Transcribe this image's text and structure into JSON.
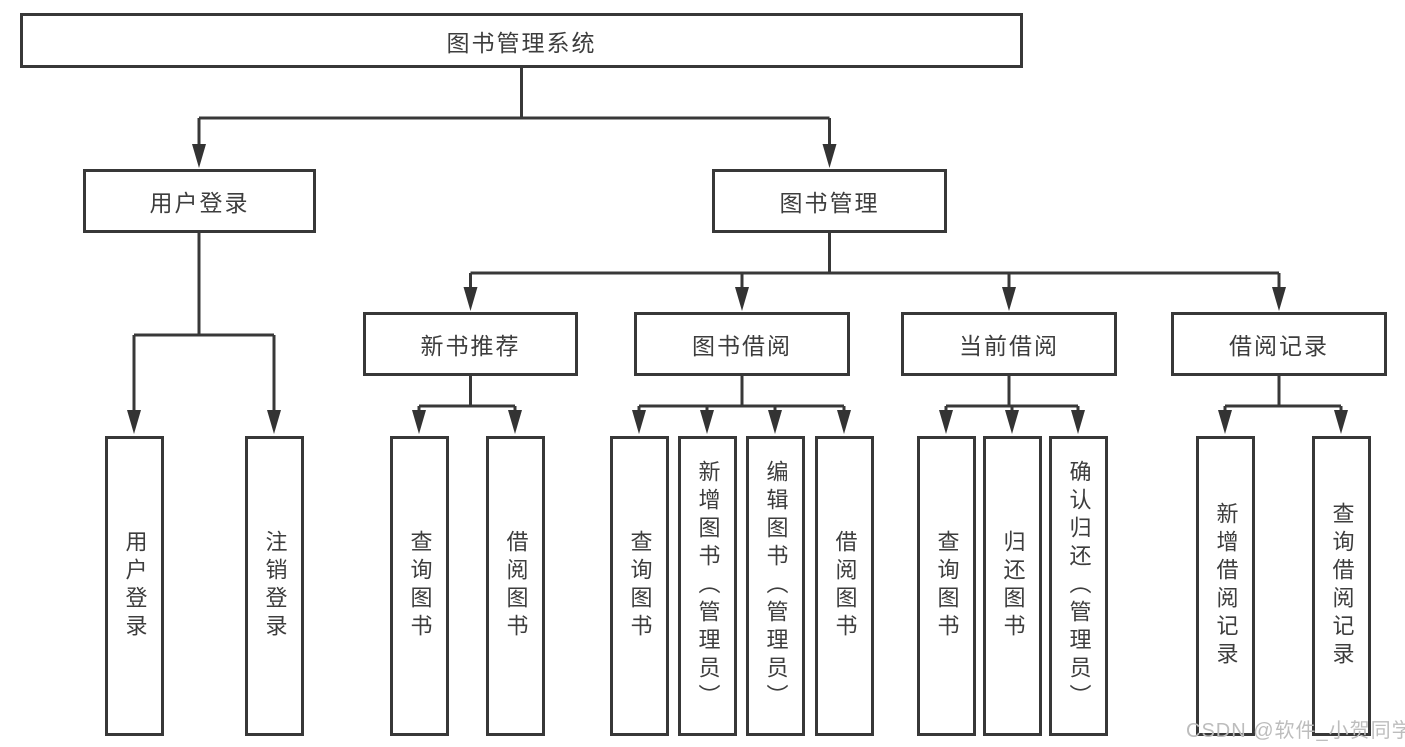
{
  "diagram": {
    "root": {
      "label": "图书管理系统"
    },
    "branches": [
      {
        "label": "用户登录",
        "children": [
          {
            "label": "用户登录"
          },
          {
            "label": "注销登录"
          }
        ]
      },
      {
        "label": "图书管理",
        "children": [
          {
            "label": "新书推荐",
            "children": [
              {
                "label": "查询图书"
              },
              {
                "label": "借阅图书"
              }
            ]
          },
          {
            "label": "图书借阅",
            "children": [
              {
                "label": "查询图书"
              },
              {
                "label": "新增图书（管理员）"
              },
              {
                "label": "编辑图书（管理员）"
              },
              {
                "label": "借阅图书"
              }
            ]
          },
          {
            "label": "当前借阅",
            "children": [
              {
                "label": "查询图书"
              },
              {
                "label": "归还图书"
              },
              {
                "label": "确认归还（管理员）"
              }
            ]
          },
          {
            "label": "借阅记录",
            "children": [
              {
                "label": "新增借阅记录"
              },
              {
                "label": "查询借阅记录"
              }
            ]
          }
        ]
      }
    ]
  },
  "watermark": {
    "text": "CSDN @软件_小贺同学"
  },
  "colors": {
    "line": "#383838",
    "box_border": "#383838",
    "text": "#3d3d3d",
    "watermark": "#bdbdbd",
    "background": "#ffffff"
  }
}
